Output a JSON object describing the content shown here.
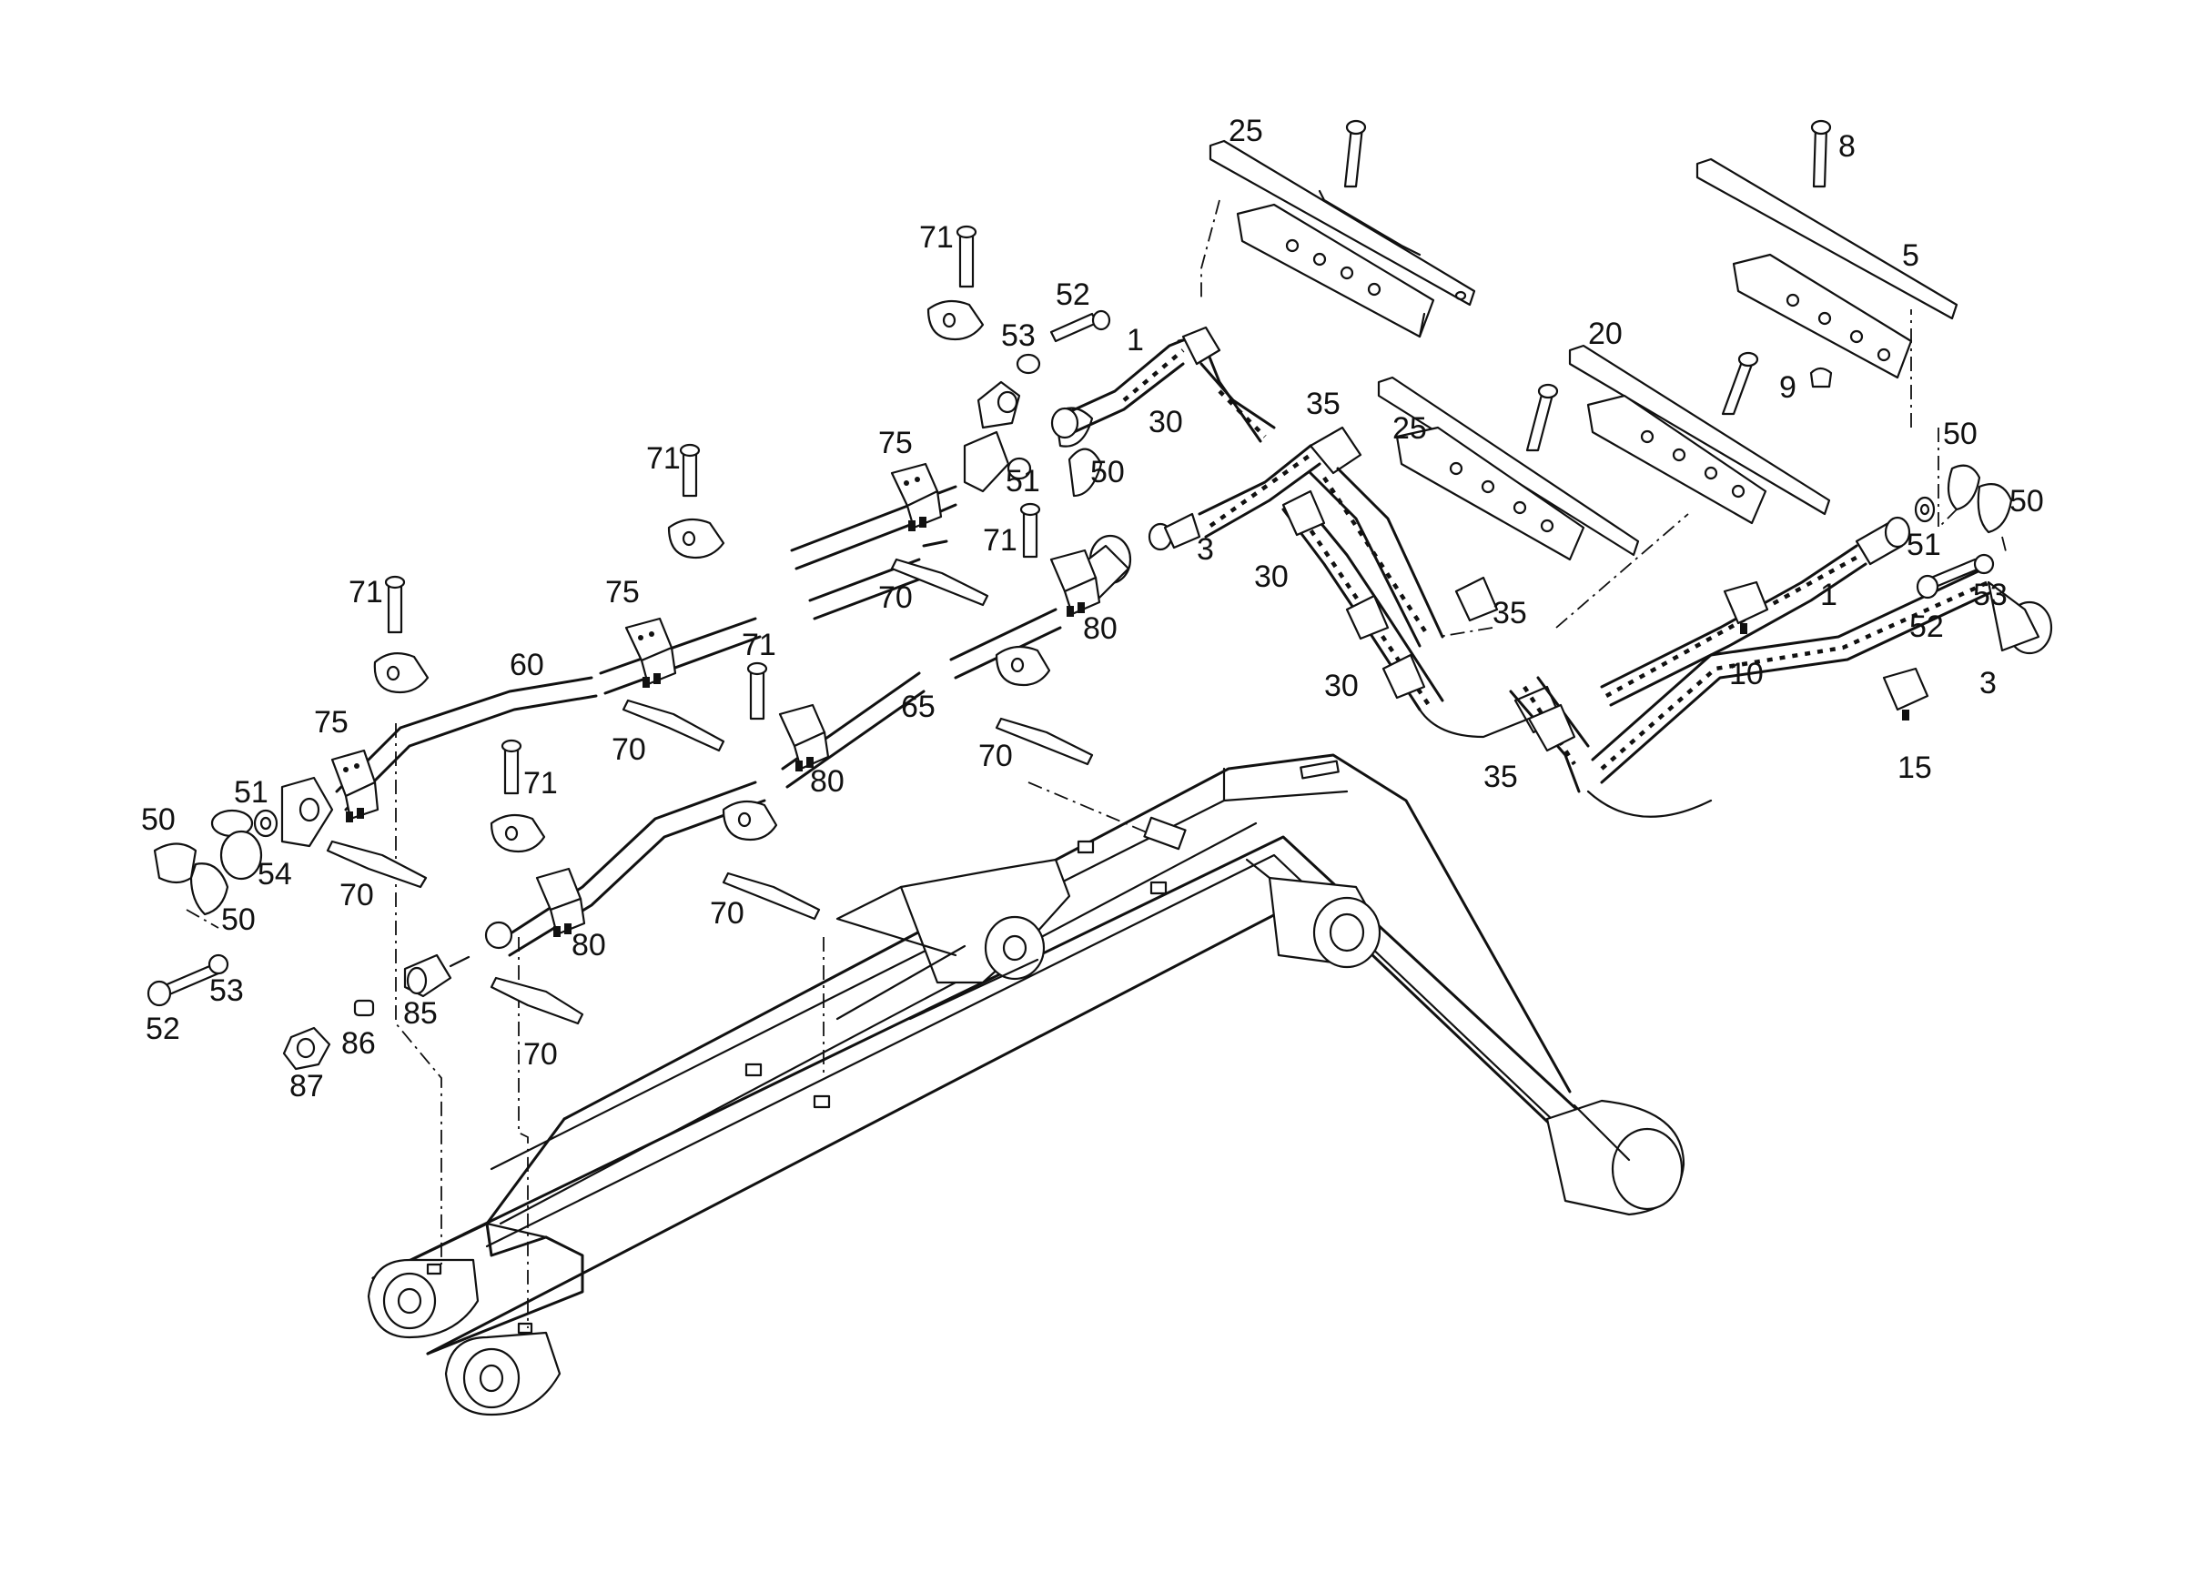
{
  "callouts": [
    {
      "id": "c-25a",
      "text": "25"
    },
    {
      "id": "c-8",
      "text": "8"
    },
    {
      "id": "c-5",
      "text": "5"
    },
    {
      "id": "c-20",
      "text": "20"
    },
    {
      "id": "c-9",
      "text": "9"
    },
    {
      "id": "c-71a",
      "text": "71"
    },
    {
      "id": "c-52a",
      "text": "52"
    },
    {
      "id": "c-53a",
      "text": "53"
    },
    {
      "id": "c-1a",
      "text": "1"
    },
    {
      "id": "c-30a",
      "text": "30"
    },
    {
      "id": "c-35a",
      "text": "35"
    },
    {
      "id": "c-25b",
      "text": "25"
    },
    {
      "id": "c-50a",
      "text": "50"
    },
    {
      "id": "c-50b",
      "text": "50"
    },
    {
      "id": "c-75a",
      "text": "75"
    },
    {
      "id": "c-51a",
      "text": "51"
    },
    {
      "id": "c-50c",
      "text": "50"
    },
    {
      "id": "c-71b",
      "text": "71"
    },
    {
      "id": "c-3a",
      "text": "3"
    },
    {
      "id": "c-71c",
      "text": "71"
    },
    {
      "id": "c-51b",
      "text": "51"
    },
    {
      "id": "c-30b",
      "text": "30"
    },
    {
      "id": "c-35b",
      "text": "35"
    },
    {
      "id": "c-1b",
      "text": "1"
    },
    {
      "id": "c-53b",
      "text": "53"
    },
    {
      "id": "c-52b",
      "text": "52"
    },
    {
      "id": "c-70a",
      "text": "70"
    },
    {
      "id": "c-71d",
      "text": "71"
    },
    {
      "id": "c-75b",
      "text": "75"
    },
    {
      "id": "c-80a",
      "text": "80"
    },
    {
      "id": "c-10",
      "text": "10"
    },
    {
      "id": "c-3b",
      "text": "3"
    },
    {
      "id": "c-60",
      "text": "60"
    },
    {
      "id": "c-71e",
      "text": "71"
    },
    {
      "id": "c-30c",
      "text": "30"
    },
    {
      "id": "c-75c",
      "text": "75"
    },
    {
      "id": "c-65",
      "text": "65"
    },
    {
      "id": "c-70b",
      "text": "70"
    },
    {
      "id": "c-35c",
      "text": "35"
    },
    {
      "id": "c-15",
      "text": "15"
    },
    {
      "id": "c-80b",
      "text": "80"
    },
    {
      "id": "c-70c",
      "text": "70"
    },
    {
      "id": "c-51c",
      "text": "51"
    },
    {
      "id": "c-71f",
      "text": "71"
    },
    {
      "id": "c-50d",
      "text": "50"
    },
    {
      "id": "c-54",
      "text": "54"
    },
    {
      "id": "c-70d",
      "text": "70"
    },
    {
      "id": "c-70e",
      "text": "70"
    },
    {
      "id": "c-50e",
      "text": "50"
    },
    {
      "id": "c-80c",
      "text": "80"
    },
    {
      "id": "c-53c",
      "text": "53"
    },
    {
      "id": "c-85",
      "text": "85"
    },
    {
      "id": "c-52c",
      "text": "52"
    },
    {
      "id": "c-86",
      "text": "86"
    },
    {
      "id": "c-70f",
      "text": "70"
    },
    {
      "id": "c-87",
      "text": "87"
    }
  ]
}
